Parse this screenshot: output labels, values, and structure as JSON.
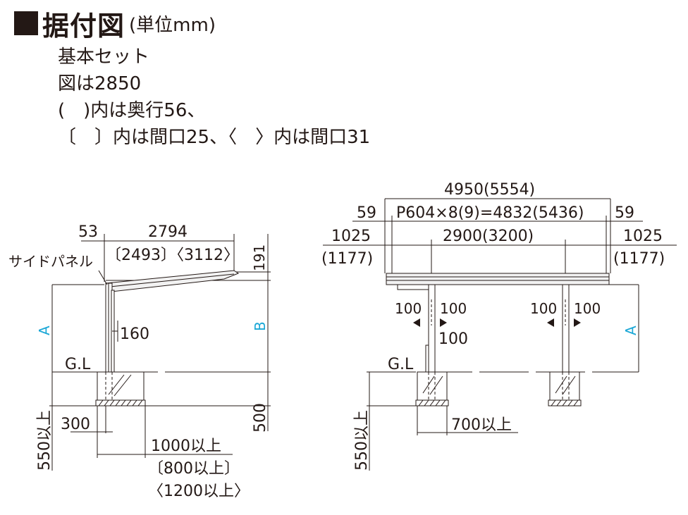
{
  "title": {
    "main": "据付図",
    "unit": "(単位mm)"
  },
  "notes": [
    "基本セット",
    "図は2850",
    "(　)内は奥行56、",
    "〔　〕内は間口25、〈　〉内は間口31"
  ],
  "left_view": {
    "dim_53": "53",
    "dim_2794": "2794",
    "dim_alt": "〔2493〕〈3112〉",
    "dim_191": "191",
    "side_panel": "サイドパネル",
    "label_A": "A",
    "label_B": "B",
    "dim_160": "160",
    "gl": "G.L",
    "dim_550": "550以上",
    "dim_300": "300",
    "dim_500": "500",
    "dim_1000": "1000以上",
    "dim_800": "〔800以上〕",
    "dim_1200": "〈1200以上〉"
  },
  "right_view": {
    "dim_4950": "4950(5554)",
    "dim_59_left": "59",
    "dim_p604": "P604×8(9)=4832(5436)",
    "dim_59_right": "59",
    "dim_1025_left": "1025",
    "dim_2900": "2900(3200)",
    "dim_1025_right": "1025",
    "dim_1177_left": "(1177)",
    "dim_1177_right": "(1177)",
    "dim_100_a": "100",
    "dim_100_b": "100",
    "dim_100_c": "100",
    "dim_100_d": "100",
    "dim_100_e": "100",
    "label_A": "A",
    "gl": "G.L",
    "dim_550": "550以上",
    "dim_700": "700以上"
  }
}
